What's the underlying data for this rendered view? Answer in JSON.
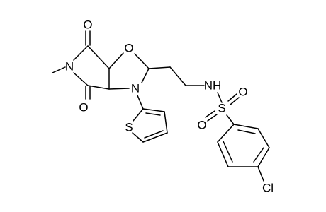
{
  "molecule": {
    "atom_labels": {
      "o_top": "O",
      "o_bottom": "O",
      "n_imide": "N",
      "o_ring": "O",
      "n_ring": "N",
      "s_thiophene": "S",
      "nh": "NH",
      "s_sulfonyl": "S",
      "o_sulfonyl_right": "O",
      "o_sulfonyl_bottom": "O",
      "cl": "Cl"
    },
    "colors": {
      "bond": "#000000",
      "label": "#000000",
      "background": "#ffffff"
    }
  }
}
